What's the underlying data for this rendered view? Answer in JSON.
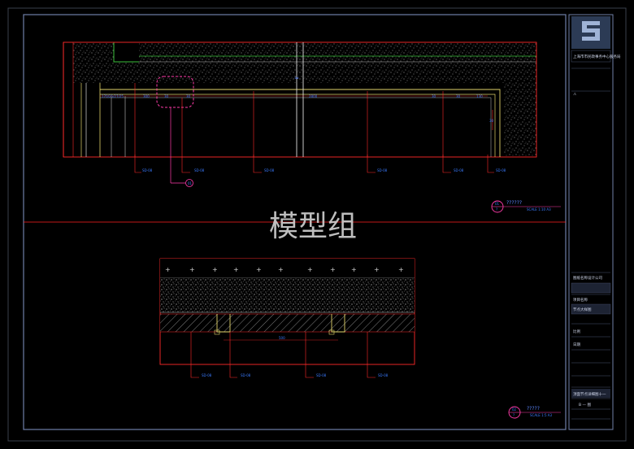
{
  "watermark": "模型组",
  "title_block": {
    "project_line": "上海市市民政事务中心服务局",
    "row_a": "图纸名称设计公司",
    "row_b": "项目名称",
    "row_c": "节点大样图",
    "row_d": "比例",
    "row_e": "日期",
    "drawing_title": "顶面节点详细图十一",
    "sheet_no": "B — 图"
  },
  "section_1": {
    "tag_top": "01",
    "tag_bot": "?",
    "title": "??????",
    "scale": "SCALE 1:10 A3"
  },
  "section_2": {
    "tag_top": "02",
    "tag_bot": "?",
    "title": "?????",
    "scale": "SCALE 1:5 A3"
  },
  "dims_top": [
    "170/25/27/25",
    "300",
    "30",
    "30",
    "2800",
    "30",
    "30",
    "130"
  ],
  "callouts_top": [
    "SD-08",
    "SD-08",
    "SD-08",
    "SD-08",
    "SD-08",
    "SD-08"
  ],
  "callouts_bottom": [
    "SD-08",
    "SD-08",
    "SD-08",
    "SD-08"
  ],
  "dim_bottom": "500"
}
